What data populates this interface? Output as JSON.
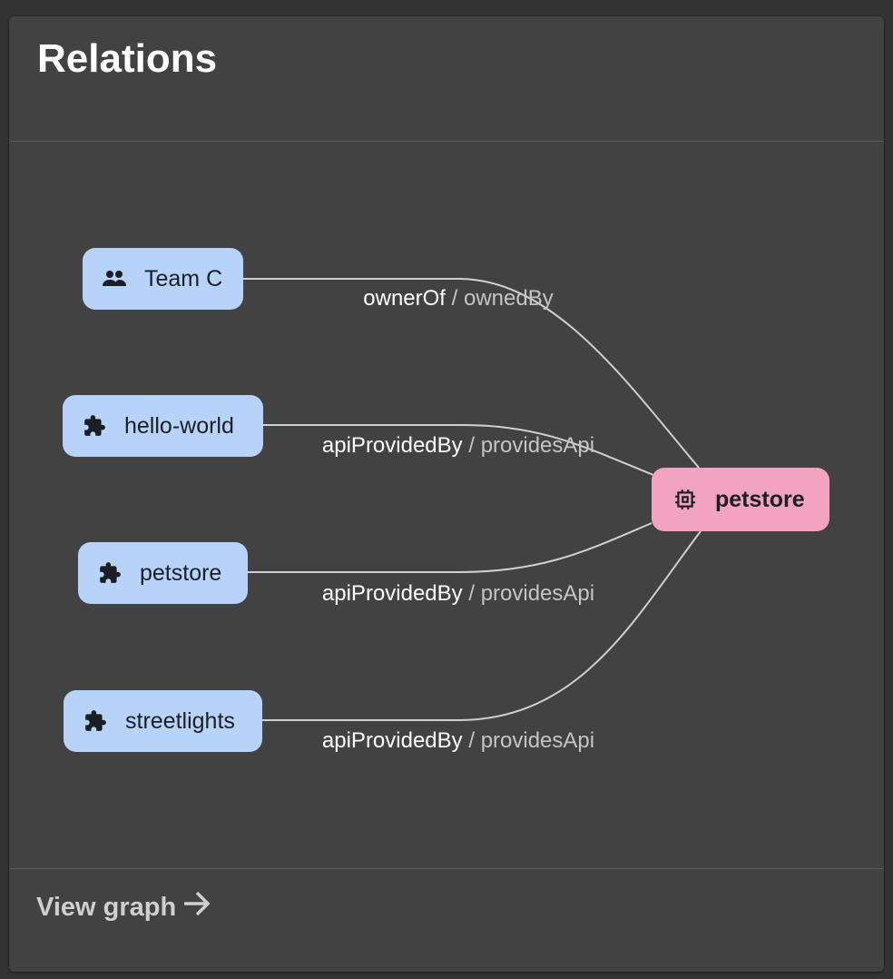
{
  "title": "Relations",
  "footer": {
    "link": "View graph"
  },
  "nodes": {
    "team": {
      "label": "Team C",
      "icon": "group-icon"
    },
    "hello": {
      "label": "hello-world",
      "icon": "puzzle-icon"
    },
    "petstore_api": {
      "label": "petstore",
      "icon": "puzzle-icon"
    },
    "streetlights": {
      "label": "streetlights",
      "icon": "puzzle-icon"
    },
    "main": {
      "label": "petstore",
      "icon": "chip-icon"
    }
  },
  "edges": [
    {
      "rel": "ownerOf",
      "sep": " / ",
      "rev": "ownedBy"
    },
    {
      "rel": "apiProvidedBy",
      "sep": " / ",
      "rev": "providesApi"
    },
    {
      "rel": "apiProvidedBy",
      "sep": " / ",
      "rev": "providesApi"
    },
    {
      "rel": "apiProvidedBy",
      "sep": " / ",
      "rev": "providesApi"
    }
  ],
  "colors": {
    "node": "#b7d3fa",
    "main": "#f1a3c0",
    "card": "#424242"
  }
}
